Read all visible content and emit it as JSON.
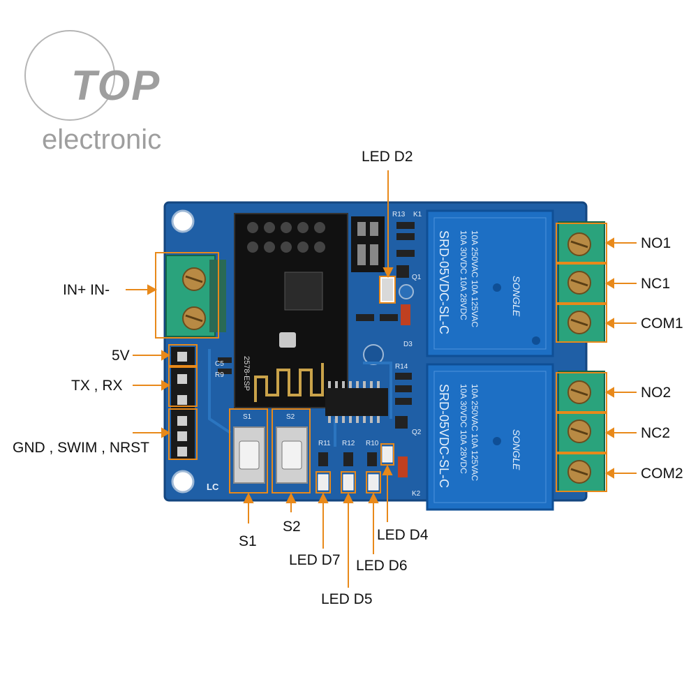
{
  "logo": {
    "brand": "TOP",
    "tagline": "electronic"
  },
  "colors": {
    "pcb": "#1f5fa6",
    "pcb_edge": "#14467f",
    "callout": "#e8891a",
    "terminal": "#2aa37c",
    "relay": "#1d6fc4"
  },
  "callouts": {
    "led_d2": "LED D2",
    "in_pm": "IN+ IN-",
    "v5": "5V",
    "txrx": "TX , RX",
    "gnd_swim_nrst": "GND , SWIM , NRST",
    "no1": "NO1",
    "nc1": "NC1",
    "com1": "COM1",
    "no2": "NO2",
    "nc2": "NC2",
    "com2": "COM2",
    "s1": "S1",
    "s2": "S2",
    "led_d7": "LED D7",
    "led_d5": "LED D5",
    "led_d6": "LED D6",
    "led_d4": "LED D4"
  },
  "relay_print": {
    "brand": "SONGLE",
    "model": "SRD-05VDC-SL-C",
    "spec_line1": "10A 250VAC 10A 125VAC",
    "spec_line2": "10A 30VDC 10A 28VDC"
  },
  "module_print": {
    "model": "2578-ESP",
    "board_mark": "LC"
  },
  "silkscreen": {
    "s1": "S1",
    "s2": "S2",
    "d3": "D3",
    "q1": "Q1",
    "q2": "Q2",
    "k1": "K1",
    "k2": "K2",
    "r13": "R13",
    "r14": "R14",
    "r10": "R10",
    "r11": "R11",
    "r12": "R12",
    "c5": "C5",
    "r9": "R9"
  }
}
